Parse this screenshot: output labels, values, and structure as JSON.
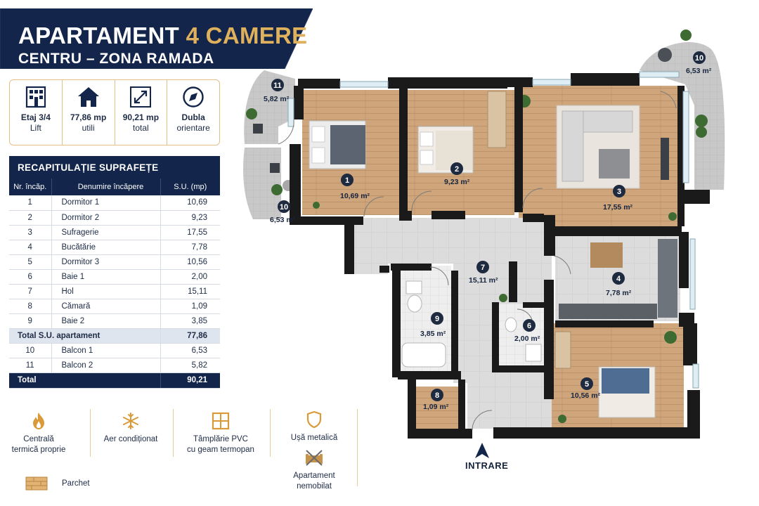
{
  "header": {
    "title_main": "APARTAMENT",
    "title_accent": "4 CAMERE",
    "subtitle": "CENTRU – ZONA RAMADA"
  },
  "stats": [
    {
      "icon": "building-icon",
      "value": "Etaj 3/4",
      "label": "Lift"
    },
    {
      "icon": "house-icon",
      "value": "77,86 mp",
      "label": "utili"
    },
    {
      "icon": "expand-arrows-icon",
      "value": "90,21 mp",
      "label": "total"
    },
    {
      "icon": "compass-icon",
      "value": "Dubla",
      "label": "orientare"
    }
  ],
  "table": {
    "title": "RECAPITULAȚIE SUPRAFEȚE",
    "headers": [
      "Nr. încăp.",
      "Denumire încăpere",
      "S.U. (mp)"
    ],
    "rows": [
      {
        "nr": "1",
        "name": "Dormitor 1",
        "area": "10,69"
      },
      {
        "nr": "2",
        "name": "Dormitor 2",
        "area": "9,23"
      },
      {
        "nr": "3",
        "name": "Sufragerie",
        "area": "17,55"
      },
      {
        "nr": "4",
        "name": "Bucătărie",
        "area": "7,78"
      },
      {
        "nr": "5",
        "name": "Dormitor 3",
        "area": "10,56"
      },
      {
        "nr": "6",
        "name": "Baie 1",
        "area": "2,00"
      },
      {
        "nr": "7",
        "name": "Hol",
        "area": "15,11"
      },
      {
        "nr": "8",
        "name": "Cămară",
        "area": "1,09"
      },
      {
        "nr": "9",
        "name": "Baie 2",
        "area": "3,85"
      }
    ],
    "subtotal": {
      "label": "Total S.U. apartament",
      "area": "77,86"
    },
    "balcony_rows": [
      {
        "nr": "10",
        "name": "Balcon 1",
        "area": "6,53"
      },
      {
        "nr": "11",
        "name": "Balcon 2",
        "area": "5,82"
      }
    ],
    "total": {
      "label": "Total",
      "area": "90,21"
    }
  },
  "features": {
    "heating": [
      "Centrală",
      "termică proprie"
    ],
    "ac": "Aer condiționat",
    "windows": [
      "Tâmplărie PVC",
      "cu geam termopan"
    ],
    "door": "Ușă metalică",
    "furnishing": [
      "Apartament",
      "nemobilat"
    ],
    "floor": "Parchet"
  },
  "plan": {
    "entry_label": "INTRARE",
    "rooms": [
      {
        "nr": "1",
        "area": "10,69 m²"
      },
      {
        "nr": "2",
        "area": "9,23 m²"
      },
      {
        "nr": "3",
        "area": "17,55 m²"
      },
      {
        "nr": "4",
        "area": "7,78 m²"
      },
      {
        "nr": "5",
        "area": "10,56 m²"
      },
      {
        "nr": "6",
        "area": "2,00 m²"
      },
      {
        "nr": "7",
        "area": "15,11 m²"
      },
      {
        "nr": "8",
        "area": "1,09 m²"
      },
      {
        "nr": "9",
        "area": "3,85 m²"
      },
      {
        "nr": "10",
        "area": "6,53 m²"
      },
      {
        "nr": "10",
        "area": "6,53 m²"
      },
      {
        "nr": "11",
        "area": "5,82 m²"
      }
    ]
  },
  "colors": {
    "navy": "#13254a",
    "gold": "#e0b15c",
    "wall": "#1a1a1a",
    "wood": "#c9a27a"
  }
}
